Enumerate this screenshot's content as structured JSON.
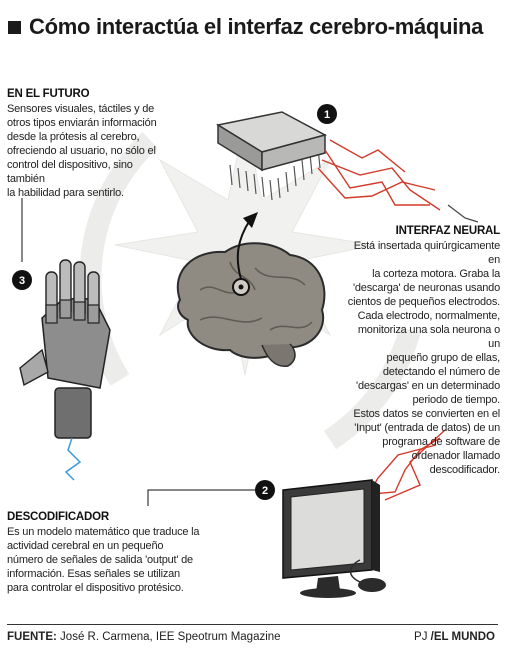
{
  "title": "Cómo interactúa el interfaz cerebro-máquina",
  "steps": {
    "one": "1",
    "two": "2",
    "three": "3"
  },
  "futuro": {
    "heading": "EN EL FUTURO",
    "lines": [
      "Sensores visuales, táctiles y de",
      "otros tipos enviarán información",
      "desde la prótesis al cerebro,",
      "ofreciendo al usuario, no sólo el",
      "control del dispositivo, sino también",
      "la habilidad para sentirlo."
    ]
  },
  "neural": {
    "heading": "INTERFAZ NEURAL",
    "lines": [
      "Está insertada quirúrgicamente en",
      "la corteza motora. Graba la",
      "'descarga' de neuronas usando",
      "cientos de pequeños electrodos.",
      "Cada electrodo, normalmente,",
      "monitoriza una sola neurona o un",
      "pequeño grupo de ellas,",
      "detectando el número de",
      "'descargas' en un determinado",
      "periodo de tiempo.",
      "Estos datos se convierten en el",
      "'Input' (entrada de datos) de un",
      "programa de software de",
      "ordenador llamado descodificador."
    ]
  },
  "deco": {
    "heading": "DESCODIFICADOR",
    "lines": [
      "Es un modelo matemático que traduce la",
      "actividad cerebral en un pequeño",
      "número de señales de salida 'output' de",
      "información. Esas señales se utilizan",
      "para controlar el dispositivo protésico."
    ]
  },
  "footer": {
    "label": "FUENTE:",
    "source": "José R. Carmena, IEE Speotrum Magazine",
    "brand_pj": "PJ",
    "brand_name": "/EL MUNDO"
  }
}
